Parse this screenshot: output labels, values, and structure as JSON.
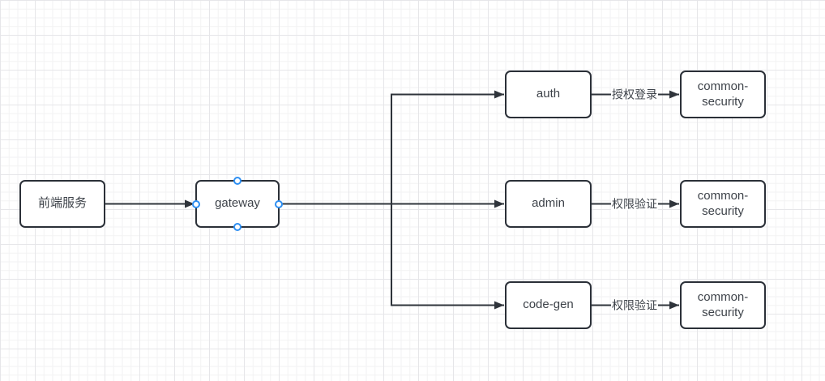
{
  "theme": {
    "canvas-bg": "#ffffff",
    "grid-minor": "#f2f2f3",
    "grid-major": "#e6e6e9",
    "stroke-color": "#2f343b",
    "node-border": "#2b3038",
    "node-fill": "#ffffff",
    "text-color": "#3d4249",
    "handle-color": "#2e8ff2"
  },
  "nodes": [
    {
      "id": "frontend",
      "label": "前端服务"
    },
    {
      "id": "gateway",
      "label": "gateway",
      "state": "selected"
    },
    {
      "id": "auth",
      "label": "auth"
    },
    {
      "id": "admin",
      "label": "admin"
    },
    {
      "id": "code-gen",
      "label": "code-gen"
    },
    {
      "id": "common-security-auth",
      "label": "common-security"
    },
    {
      "id": "common-security-admin",
      "label": "common-security"
    },
    {
      "id": "common-security-codegen",
      "label": "common-security"
    }
  ],
  "edges": [
    {
      "from": "前端服务",
      "to": "gateway",
      "label": ""
    },
    {
      "from": "gateway",
      "to": "auth",
      "label": ""
    },
    {
      "from": "gateway",
      "to": "admin",
      "label": ""
    },
    {
      "from": "gateway",
      "to": "code-gen",
      "label": ""
    },
    {
      "from": "auth",
      "to": "common-security",
      "label": "授权登录"
    },
    {
      "from": "admin",
      "to": "common-security",
      "label": "权限验证"
    },
    {
      "from": "code-gen",
      "to": "common-security",
      "label": "权限验证"
    }
  ]
}
